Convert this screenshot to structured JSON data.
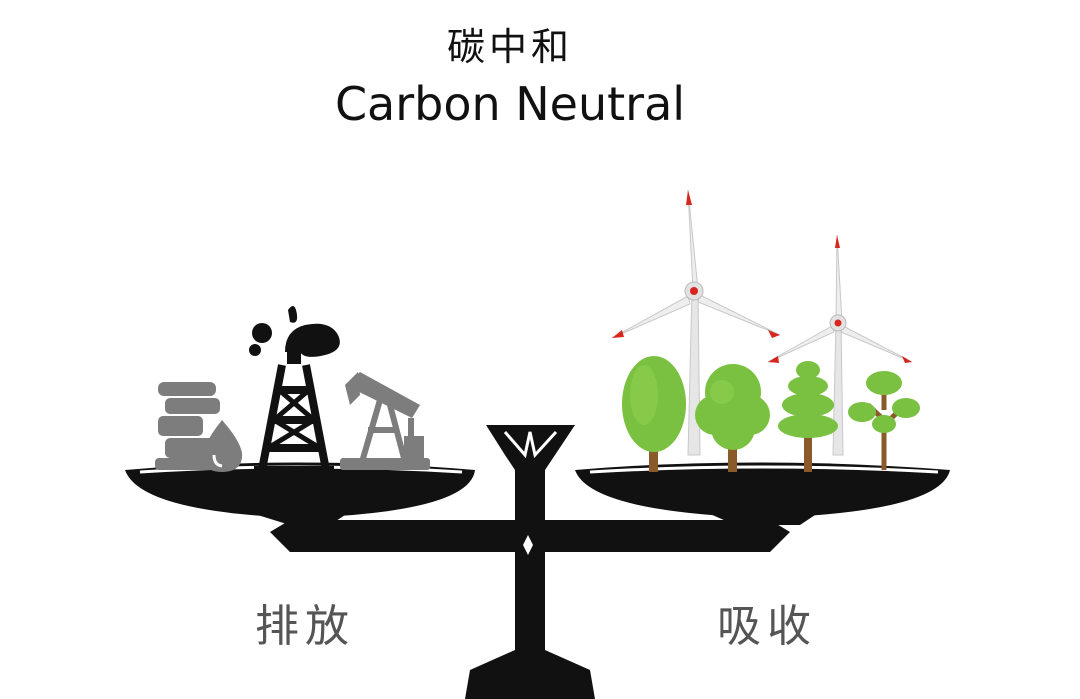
{
  "title": {
    "zh": "碳中和",
    "en": "Carbon Neutral"
  },
  "pans": {
    "left": {
      "label": "排放",
      "items": [
        "coal-stack-icon",
        "oil-drop-icon",
        "oil-derrick-icon",
        "pump-jack-icon"
      ]
    },
    "right": {
      "label": "吸收",
      "items": [
        "wind-turbine-icon",
        "tree-icon"
      ]
    }
  },
  "colors": {
    "scale": "#111111",
    "emission_dark": "#111111",
    "emission_gray": "#7d7d7d",
    "tree_green": "#7ac142",
    "tree_green_light": "#8fd14f",
    "trunk": "#8a5a2b",
    "turbine_tip": "#d6261e",
    "label": "#555555"
  }
}
